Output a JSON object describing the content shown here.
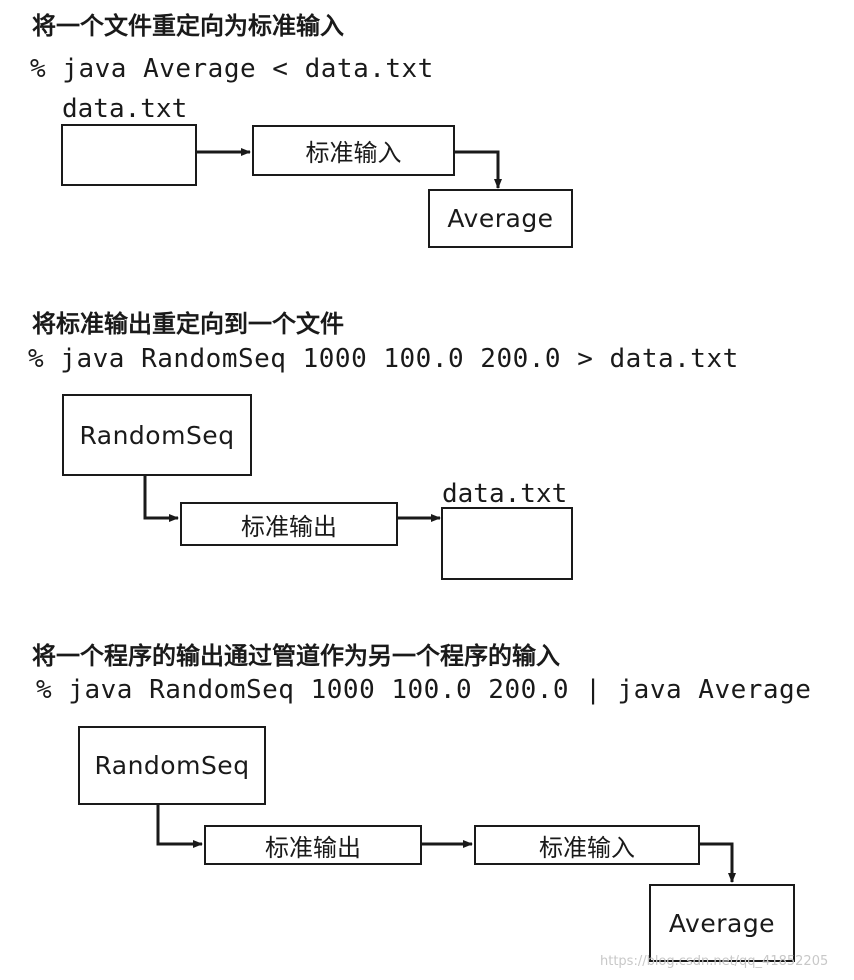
{
  "section1": {
    "title": "将一个文件重定向为标准输入",
    "command": "% java Average < data.txt",
    "file_label": "data.txt",
    "stdin_label": "标准输入",
    "program_label": "Average"
  },
  "section2": {
    "title": "将标准输出重定向到一个文件",
    "command": "% java RandomSeq 1000 100.0 200.0 > data.txt",
    "program_label": "RandomSeq",
    "stdout_label": "标准输出",
    "file_label": "data.txt"
  },
  "section3": {
    "title": "将一个程序的输出通过管道作为另一个程序的输入",
    "command": "% java RandomSeq 1000 100.0 200.0 | java Average",
    "program1_label": "RandomSeq",
    "stdout_label": "标准输出",
    "stdin_label": "标准输入",
    "program2_label": "Average"
  },
  "watermark": "https://blog.csdn.net/qq_41852205",
  "colors": {
    "ink": "#1a1a1a",
    "background": "#ffffff",
    "watermark": "#c8c8c8"
  }
}
